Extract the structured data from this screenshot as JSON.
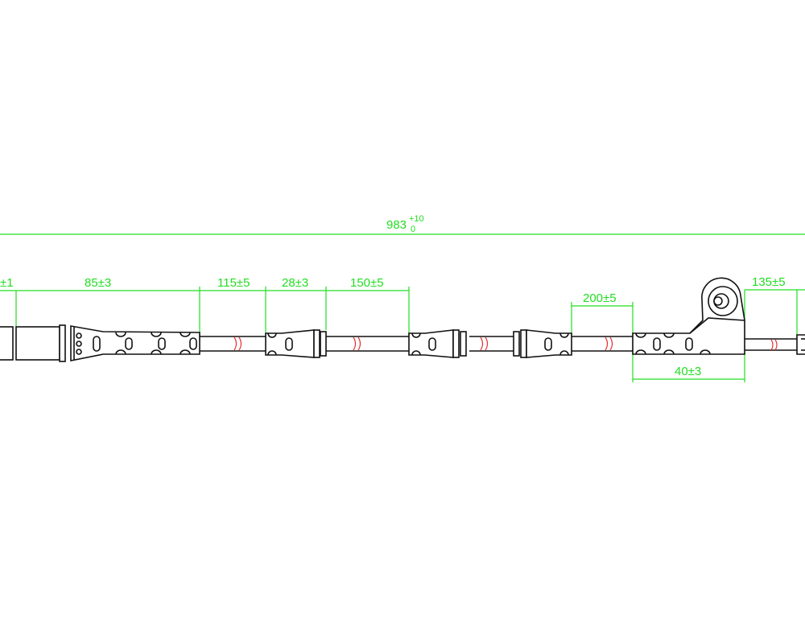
{
  "drawing": {
    "overall_length": {
      "value": "983",
      "tol_upper": "+10",
      "tol_lower": "0"
    },
    "dimensions": [
      {
        "id": "left-partial",
        "label": "±1"
      },
      {
        "id": "first-body",
        "label": "85±3"
      },
      {
        "id": "cable-1",
        "label": "115±5"
      },
      {
        "id": "connector-1",
        "label": "28±3"
      },
      {
        "id": "cable-2",
        "label": "150±5"
      },
      {
        "id": "cable-3",
        "label": "200±5"
      },
      {
        "id": "sensor-body",
        "label": "40±3"
      },
      {
        "id": "end-cable",
        "label": "135±5"
      }
    ],
    "colors": {
      "dimension": "#22dd22",
      "outline": "#111111",
      "break_mark": "#e53030"
    }
  }
}
